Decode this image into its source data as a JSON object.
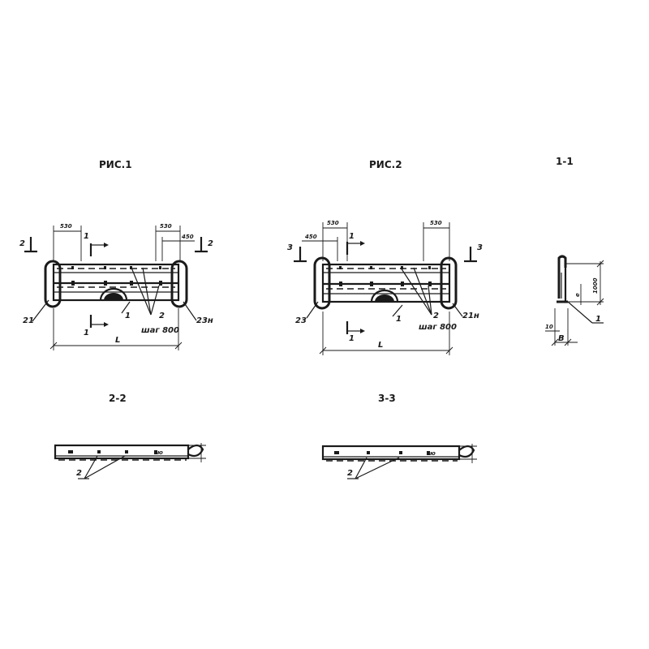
{
  "titles": {
    "fig1": "РИС.1",
    "fig2": "РИС.2",
    "sec11": "1-1",
    "sec22": "2-2",
    "sec33": "3-3"
  },
  "fig1": {
    "dim_left": "530",
    "dim_right": "530",
    "dim_small": "450",
    "cut1_top": "1",
    "cut1_bot": "1",
    "cut2_left": "2",
    "cut2_right": "2",
    "label_21": "21",
    "label_23n": "23н",
    "label_1": "1",
    "label_2": "2",
    "step": "шаг 800",
    "length": "L"
  },
  "fig2": {
    "dim_left": "530",
    "dim_right": "530",
    "dim_small": "450",
    "cut1_top": "1",
    "cut1_bot": "1",
    "cut3_left": "3",
    "cut3_right": "3",
    "label_23": "23",
    "label_21n": "21н",
    "label_1": "1",
    "label_2": "2",
    "step": "шаг 800",
    "length": "L"
  },
  "sec11": {
    "dim_h": "1000",
    "dim_e": "е",
    "dim_10": "10",
    "dim_b": "В",
    "label_1": "1"
  },
  "sec22": {
    "label_2": "2"
  },
  "sec33": {
    "label_2": "2"
  }
}
